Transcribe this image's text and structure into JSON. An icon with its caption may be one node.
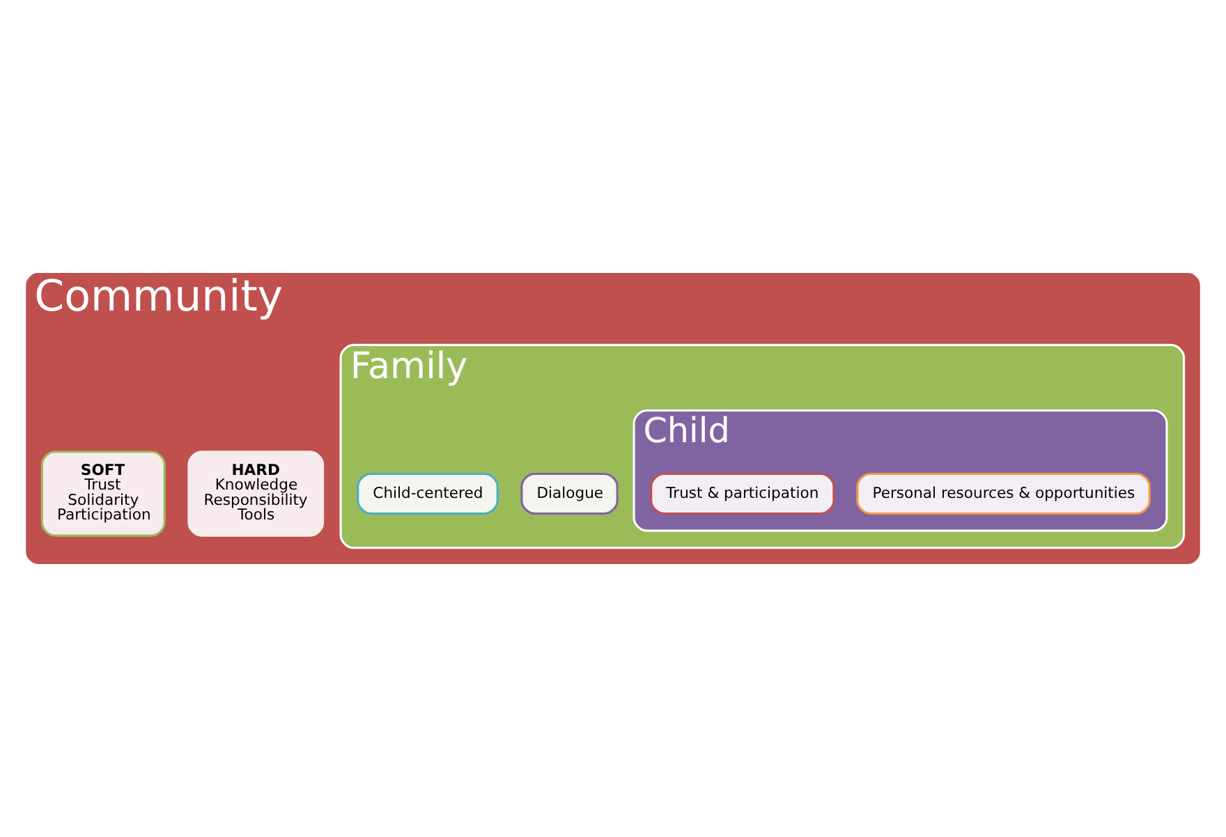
{
  "diagram": {
    "nodes": [
      {
        "text": [
          "Community"
        ]
      },
      {
        "text": [
          "HARD",
          "Knowledge",
          "Responsibility",
          "Tools"
        ],
        "in": 0
      },
      {
        "text": [
          "SOFT",
          "Trust",
          "Solidarity",
          "Participation"
        ],
        "in": 0
      },
      {
        "text": [
          "Family"
        ],
        "in": 0
      },
      {
        "text": [
          "Dialogue"
        ],
        "in": 3
      },
      {
        "text": [
          "Child-centered"
        ],
        "in": 3
      },
      {
        "text": [
          "Child"
        ],
        "in": 3
      },
      {
        "text": [
          "Personal resources & opportunities"
        ],
        "in": 6
      },
      {
        "text": [
          "Trust & participation"
        ],
        "in": 6
      }
    ],
    "edges": []
  }
}
